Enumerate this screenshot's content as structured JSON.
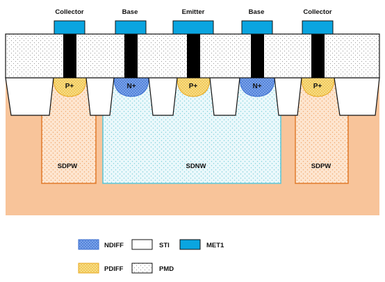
{
  "terminals": {
    "collector_left": "Collector",
    "base_left": "Base",
    "emitter": "Emitter",
    "base_right": "Base",
    "collector_right": "Collector"
  },
  "diffusions": {
    "p_left": "P+",
    "n_left": "N+",
    "p_center": "P+",
    "n_right": "N+",
    "p_right": "P+"
  },
  "wells": {
    "sdpw_left": "SDPW",
    "sdnw": "SDNW",
    "sdpw_right": "SDPW"
  },
  "legend": {
    "ndiff": "NDIFF",
    "sti": "STI",
    "met1": "MET1",
    "pdiff": "PDIFF",
    "pmd": "PMD"
  },
  "colors": {
    "substrate": "#f8c49a",
    "met1": "#0aa5e0",
    "ndiff": "#6f9be6",
    "pdiff": "#f6d77a",
    "sdnw_border": "#5cc6d6",
    "sdpw_border": "#e07a2a",
    "contact": "#000000"
  }
}
